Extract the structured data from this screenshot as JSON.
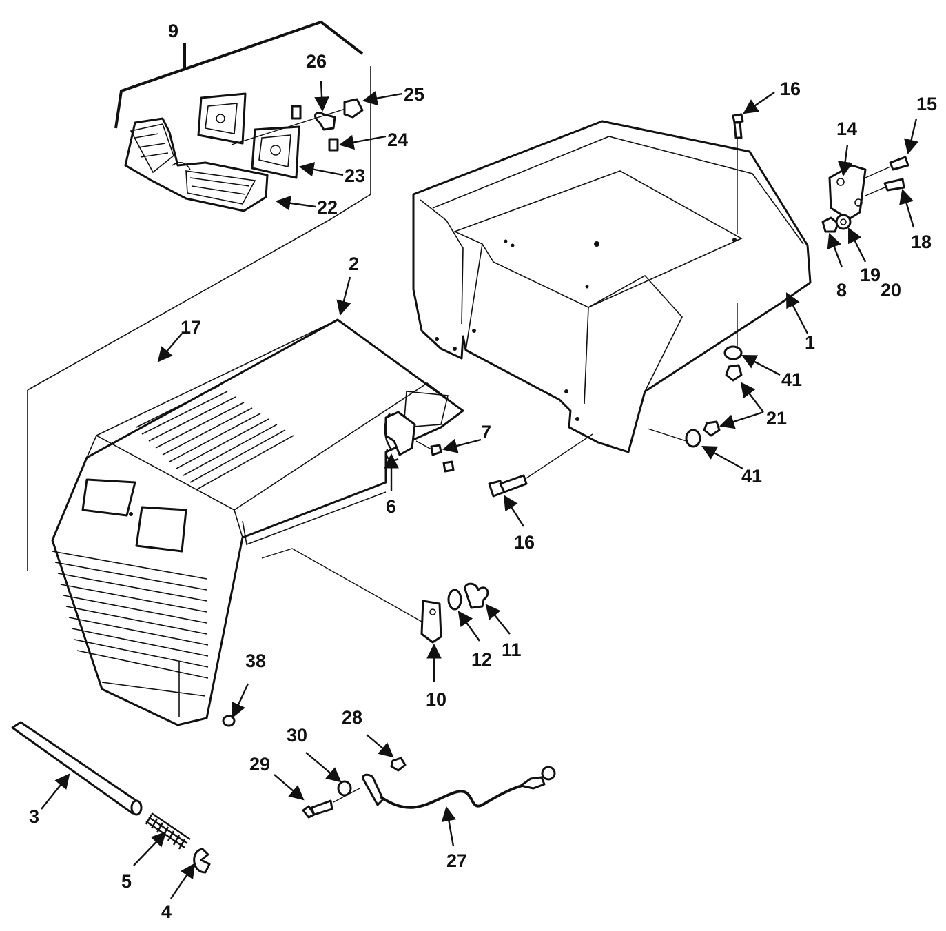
{
  "callouts": [
    {
      "id": "c9",
      "label": "9"
    },
    {
      "id": "c26",
      "label": "26"
    },
    {
      "id": "c25",
      "label": "25"
    },
    {
      "id": "c24",
      "label": "24"
    },
    {
      "id": "c23",
      "label": "23"
    },
    {
      "id": "c22",
      "label": "22"
    },
    {
      "id": "c16a",
      "label": "16"
    },
    {
      "id": "c14",
      "label": "14"
    },
    {
      "id": "c15",
      "label": "15"
    },
    {
      "id": "c18",
      "label": "18"
    },
    {
      "id": "c8",
      "label": "8"
    },
    {
      "id": "c19",
      "label": "19"
    },
    {
      "id": "c20",
      "label": "20"
    },
    {
      "id": "c1",
      "label": "1"
    },
    {
      "id": "c2",
      "label": "2"
    },
    {
      "id": "c17",
      "label": "17"
    },
    {
      "id": "c41a",
      "label": "41"
    },
    {
      "id": "c21",
      "label": "21"
    },
    {
      "id": "c41b",
      "label": "41"
    },
    {
      "id": "c7",
      "label": "7"
    },
    {
      "id": "c6",
      "label": "6"
    },
    {
      "id": "c16b",
      "label": "16"
    },
    {
      "id": "c12",
      "label": "12"
    },
    {
      "id": "c11",
      "label": "11"
    },
    {
      "id": "c10",
      "label": "10"
    },
    {
      "id": "c38",
      "label": "38"
    },
    {
      "id": "c28",
      "label": "28"
    },
    {
      "id": "c30",
      "label": "30"
    },
    {
      "id": "c29",
      "label": "29"
    },
    {
      "id": "c3",
      "label": "3"
    },
    {
      "id": "c27",
      "label": "27"
    },
    {
      "id": "c5",
      "label": "5"
    },
    {
      "id": "c4",
      "label": "4"
    }
  ]
}
